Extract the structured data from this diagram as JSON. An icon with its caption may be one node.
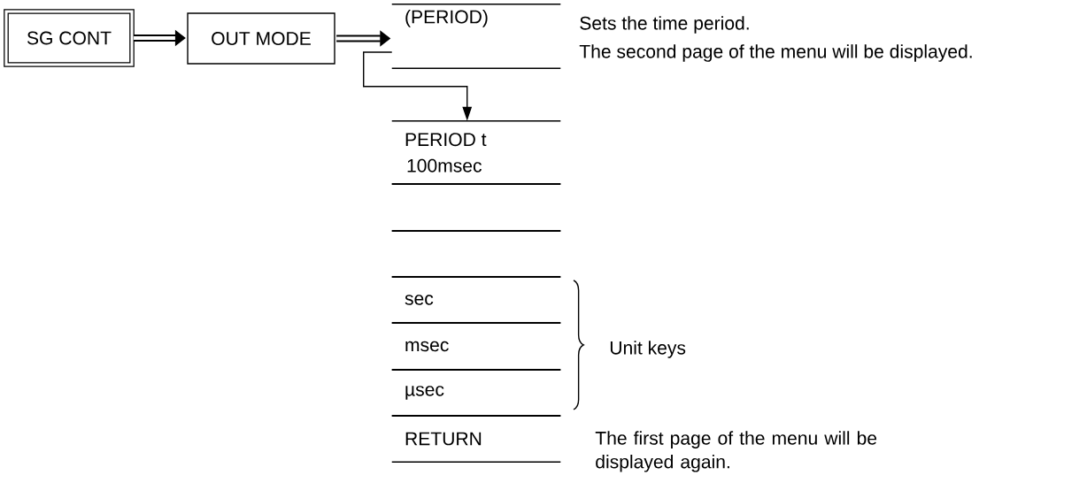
{
  "diagram": {
    "nodes": [
      {
        "text": [
          "SG CONT"
        ]
      },
      {
        "text": [
          "OUT MODE"
        ]
      },
      {
        "text": [
          "(PERIOD)"
        ],
        "beside": [
          "Sets the time period.",
          "The second page of the menu will be displayed."
        ]
      },
      {
        "text": [
          "PERIOD t",
          "100msec"
        ]
      },
      {
        "text": [],
        "shape": "box"
      },
      {
        "text": [],
        "shape": "box"
      },
      {
        "text": [
          "sec"
        ]
      },
      {
        "text": [
          "msec"
        ]
      },
      {
        "text": [
          "µsec"
        ]
      },
      {
        "text": [
          "RETURN"
        ],
        "beside": [
          "The first page of the menu will be displayed again."
        ]
      }
    ],
    "edges": [
      {
        "from": 0,
        "to": 1,
        "arrow": "to"
      },
      {
        "from": 1,
        "to": 2,
        "arrow": "to"
      },
      {
        "from": 2,
        "to": 3,
        "arrow": "to"
      }
    ],
    "labels": [
      "Unit keys"
    ]
  }
}
